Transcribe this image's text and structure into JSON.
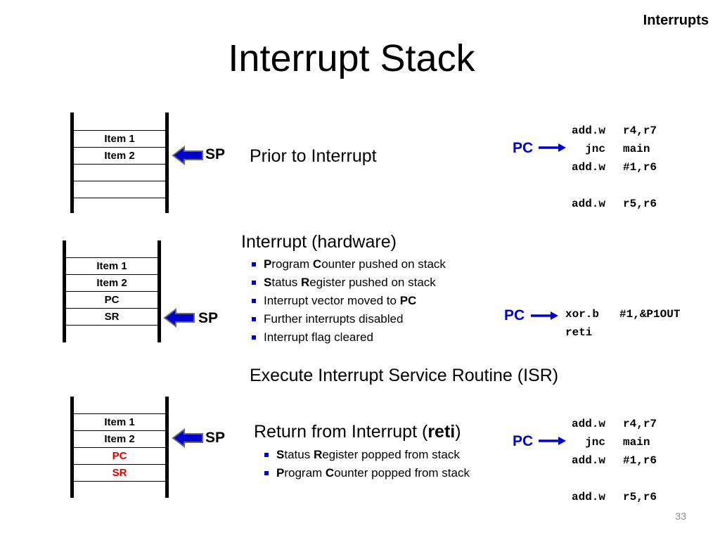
{
  "header": {
    "section": "Interrupts",
    "title": "Interrupt Stack",
    "page_number": "33"
  },
  "panel1": {
    "stack": [
      "Item 1",
      "Item 2",
      "",
      ""
    ],
    "sp_label": "SP",
    "heading": "Prior to Interrupt",
    "pc_label": "PC",
    "code": [
      {
        "op": "add.w",
        "arg": "r4,r7"
      },
      {
        "op": "jnc",
        "arg": "main"
      },
      {
        "op": "add.w",
        "arg": "#1,r6"
      },
      {
        "op": "",
        "arg": ""
      },
      {
        "op": "add.w",
        "arg": "r5,r6"
      }
    ]
  },
  "panel2": {
    "stack": [
      "Item 1",
      "Item 2",
      "PC",
      "SR"
    ],
    "sp_label": "SP",
    "heading": "Interrupt (hardware)",
    "bullets": [
      {
        "b1": "P",
        "t1": "rogram ",
        "b2": "C",
        "t2": "ounter pushed on stack"
      },
      {
        "b1": "S",
        "t1": "tatus ",
        "b2": "R",
        "t2": "egister pushed on stack"
      },
      {
        "b1": "",
        "t1": "Interrupt vector moved to ",
        "b2": "PC",
        "t2": ""
      },
      {
        "b1": "",
        "t1": "Further interrupts disabled",
        "b2": "",
        "t2": ""
      },
      {
        "b1": "",
        "t1": "Interrupt flag cleared",
        "b2": "",
        "t2": ""
      }
    ],
    "pc_label": "PC",
    "code": [
      {
        "op": "xor.b",
        "arg": "#1,&P1OUT"
      },
      {
        "op": "reti",
        "arg": ""
      }
    ]
  },
  "isr_heading": "Execute Interrupt Service Routine (ISR)",
  "panel3": {
    "stack": [
      "Item 1",
      "Item 2",
      "PC",
      "SR"
    ],
    "red_cells": [
      2,
      3
    ],
    "sp_label": "SP",
    "heading_prefix": "Return from Interrupt (",
    "heading_bold": "reti",
    "heading_suffix": ")",
    "bullets": [
      {
        "b1": "S",
        "t1": "tatus ",
        "b2": "R",
        "t2": "egister popped from stack"
      },
      {
        "b1": "P",
        "t1": "rogram ",
        "b2": "C",
        "t2": "ounter popped from stack"
      }
    ],
    "pc_label": "PC",
    "code": [
      {
        "op": "add.w",
        "arg": "r4,r7"
      },
      {
        "op": "jnc",
        "arg": "main"
      },
      {
        "op": "add.w",
        "arg": "#1,r6"
      },
      {
        "op": "",
        "arg": ""
      },
      {
        "op": "add.w",
        "arg": "r5,r6"
      }
    ]
  },
  "colors": {
    "arrow_blue": "#0000cc",
    "pc_blue": "#0000cc",
    "popped_red": "#e00000"
  }
}
